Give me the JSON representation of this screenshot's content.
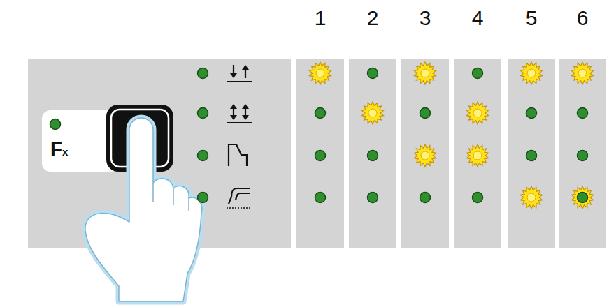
{
  "diagram": {
    "nodes": [
      {
        "text": [
          "Fx"
        ]
      }
    ],
    "labels": [
      "1",
      "2",
      "3",
      "4",
      "5",
      "6"
    ]
  }
}
